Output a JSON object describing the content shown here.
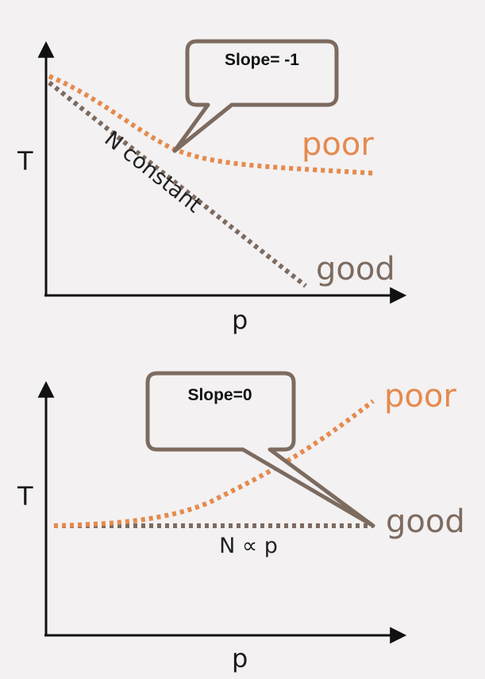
{
  "colors": {
    "poor": "#e58a4e",
    "good": "#7d6b60",
    "axis": "#111111",
    "callout_border": "#7d6b60",
    "background": "#f3f1f2"
  },
  "panel_top": {
    "y_axis_label": "T",
    "x_axis_label": "p",
    "poor_label": "poor",
    "good_label": "good",
    "annotation": "N constant",
    "callout": "Slope= -1"
  },
  "panel_bottom": {
    "y_axis_label": "T",
    "x_axis_label": "p",
    "poor_label": "poor",
    "good_label": "good",
    "annotation": "N ∝ p",
    "callout": "Slope=0"
  }
}
